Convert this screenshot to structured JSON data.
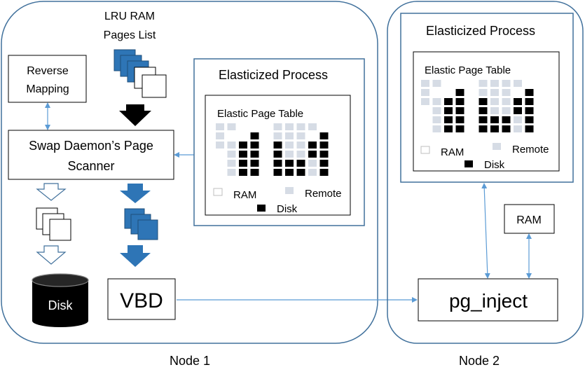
{
  "node1": {
    "label": "Node 1",
    "lru_title_line1": "LRU RAM",
    "lru_title_line2": "Pages List",
    "reverse_mapping_line1": "Reverse",
    "reverse_mapping_line2": "Mapping",
    "swap_daemon_line1": "Swap Daemon’s Page",
    "swap_daemon_line2": "Scanner",
    "disk_label": "Disk",
    "vbd_label": "VBD",
    "process": {
      "title": "Elasticized Process",
      "table_title": "Elastic Page Table",
      "legend_ram": "RAM",
      "legend_remote": "Remote",
      "legend_disk": "Disk"
    }
  },
  "node2": {
    "label": "Node 2",
    "ram_label": "RAM",
    "pg_inject_label": "pg_inject",
    "process": {
      "title": "Elasticized Process",
      "table_title": "Elastic Page Table",
      "legend_ram": "RAM",
      "legend_remote": "Remote",
      "legend_disk": "Disk"
    }
  },
  "colors": {
    "border": "#41719c",
    "page_blue": "#2e75b6",
    "remote": "#d6dce5",
    "disk": "#000000",
    "connector": "#5b9bd5"
  }
}
